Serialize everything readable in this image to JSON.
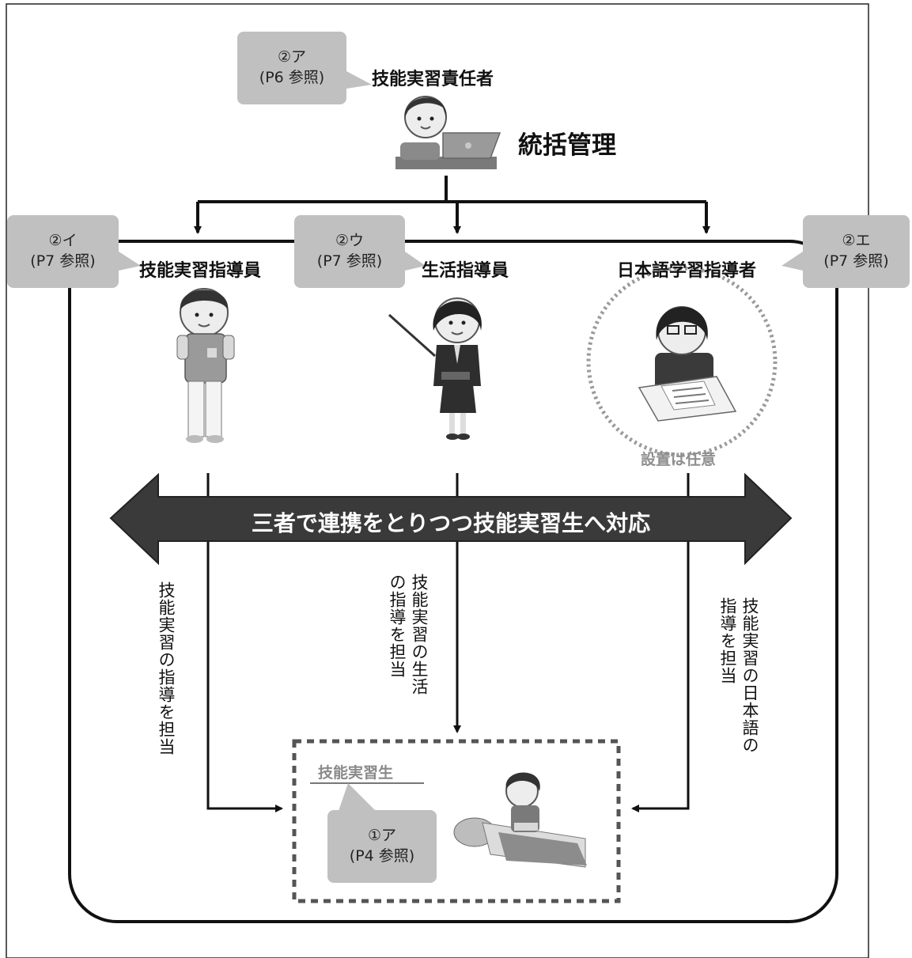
{
  "supervisor": {
    "ref_code": "②ア",
    "ref_page": "(P6 参照)",
    "title": "技能実習責任者",
    "role": "統括管理"
  },
  "staff": [
    {
      "ref_code": "②イ",
      "ref_page": "(P7 参照)",
      "title": "技能実習指導員",
      "duty": "技能実習の指導を担当"
    },
    {
      "ref_code": "②ウ",
      "ref_page": "(P7 参照)",
      "title": "生活指導員",
      "duty": "技能実習の生活の指導を担当"
    },
    {
      "ref_code": "②エ",
      "ref_page": "(P7 参照)",
      "title": "日本語学習指導者",
      "duty": "技能実習の日本語の指導を担当",
      "note": "設置は任意"
    }
  ],
  "banner": {
    "text": "三者で連携をとりつつ技能実習生へ対応"
  },
  "trainee": {
    "title": "技能実習生",
    "ref_code": "①ア",
    "ref_page": "(P4 参照)"
  },
  "colors": {
    "callout_fill": "#c0c0c0",
    "banner_fill": "#3a3a3a",
    "line": "#111111",
    "muted_text": "#8f8f8f"
  }
}
